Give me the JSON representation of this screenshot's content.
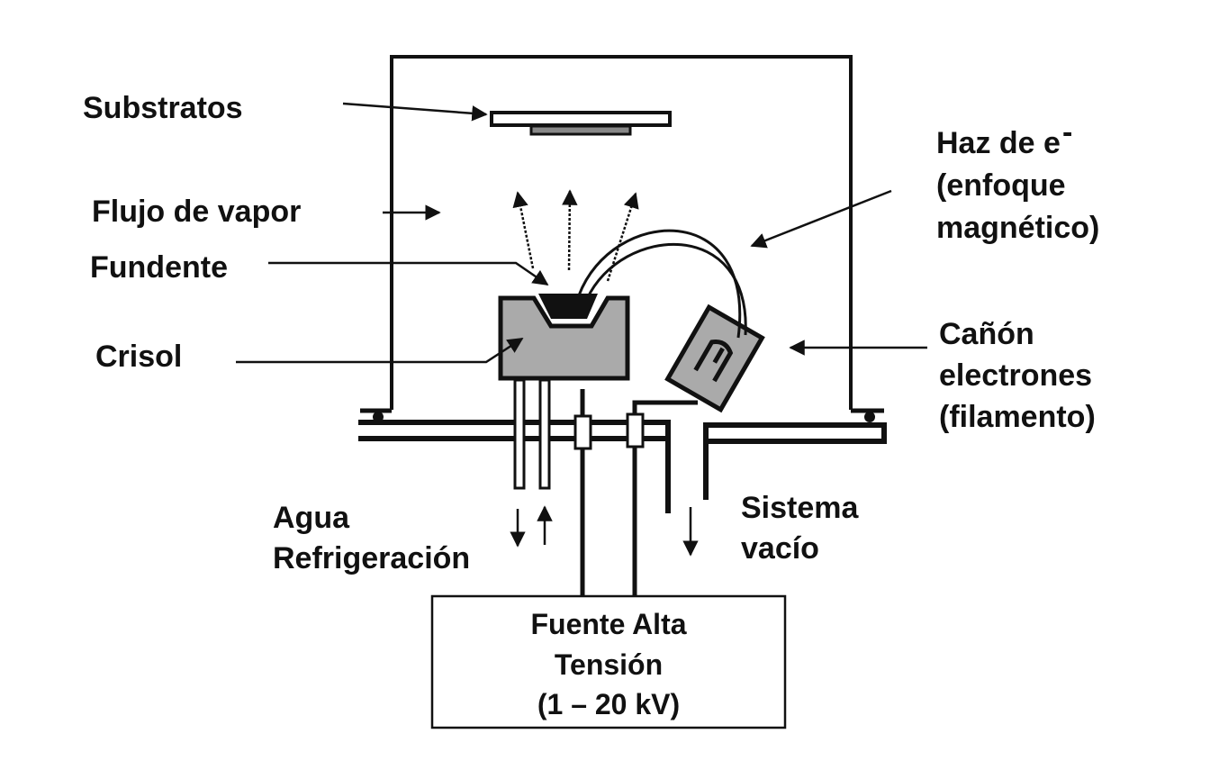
{
  "labels": {
    "substrates": "Substratos",
    "vapor_flow": "Flujo de vapor",
    "melt": "Fundente",
    "crucible": "Crisol",
    "beam_line1": "Haz de e",
    "beam_superscript": "-",
    "beam_line2": "(enfoque",
    "beam_line3": "magnético)",
    "gun_line1": "Cañón",
    "gun_line2": "electrones",
    "gun_line3": "(filamento)",
    "water_line1": "Agua",
    "water_line2": "Refrigeración",
    "vacuum_line1": "Sistema",
    "vacuum_line2": "vacío"
  },
  "power_supply": {
    "line1": "Fuente Alta",
    "line2": "Tensión",
    "line3": "(1 – 20 kV)"
  },
  "colors": {
    "line": "#111111",
    "fill_gray": "#a9a9a9"
  }
}
